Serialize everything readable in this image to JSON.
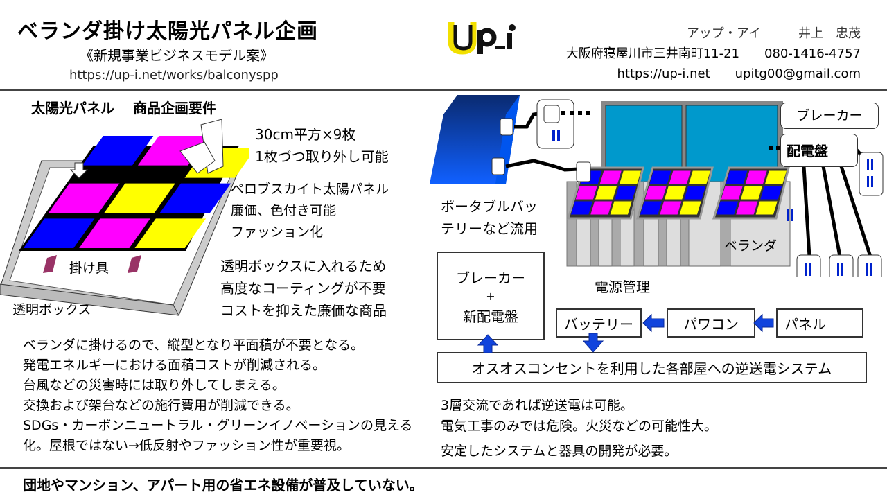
{
  "header": {
    "title": "ベランダ掛け太陽光パネル企画",
    "subtitle": "《新規事業ビジネスモデル案》",
    "url": "https://up-i.net/works/balconyspp",
    "logo": "up_i",
    "company": "アップ・アイ　　　井上　忠茂",
    "address": "大阪府寝屋川市三井南町11-21　　080-1416-4757",
    "web": "https://up-i.net　　upitg00@gmail.com"
  },
  "left": {
    "heading": "太陽光パネル　 商品企画要件",
    "specs": [
      "30cm平方×9枚",
      "1枚づつ取り外し可能"
    ],
    "features": [
      "ペロブスカイト太陽パネル",
      "廉価、色付き可能",
      "ファッション化"
    ],
    "box_notes": [
      "透明ボックスに入れるため",
      "高度なコーティングが不要",
      "コストを抑えた廉価な商品"
    ],
    "hook_label": "掛け具",
    "box_label": "透明ボックス",
    "bullets": [
      "ベランダに掛けるので、縦型となり平面積が不要となる。",
      "発電エネルギーにおける面積コストが削減される。",
      "台風などの災害時には取り外してしまえる。",
      "交換および架台などの施行費用が削減できる。",
      "SDGs・カーボンニュートラル・グリーンイノベーションの見える",
      "化。屋根ではない→低反射やファッション性が重要視。"
    ]
  },
  "right": {
    "battery_label": [
      "ポータブルバッ",
      "テリーなど流用"
    ],
    "breaker_label": "ブレーカー",
    "panel_board_label": "配電盤",
    "veranda_label": "ベランダ",
    "power_mgmt_label": "電源管理",
    "flow": {
      "breaker_box": [
        "ブレーカー",
        "+",
        "新配電盤"
      ],
      "battery": "バッテリー",
      "pcs": "パワコン",
      "panel": "パネル",
      "system": "オスオスコンセントを利用した各部屋への逆送電システム"
    },
    "notes": [
      "3層交流であれば逆送電は可能。",
      "電気工事のみでは危険。火災などの可能性大。",
      "安定したシステムと器具の開発が必要。"
    ]
  },
  "footer": {
    "text": "団地やマンション、アパート用の省エネ設備が普及していない。"
  },
  "colors": {
    "blue": "#0000ff",
    "magenta": "#ff00ff",
    "yellow": "#ffff00",
    "window": "#0099cc",
    "arrow": "#1144dd"
  },
  "panel_pattern": [
    [
      "blue",
      "magenta",
      "yellow"
    ],
    [
      "magenta",
      "yellow",
      "blue"
    ],
    [
      "blue",
      "magenta",
      "yellow"
    ]
  ]
}
